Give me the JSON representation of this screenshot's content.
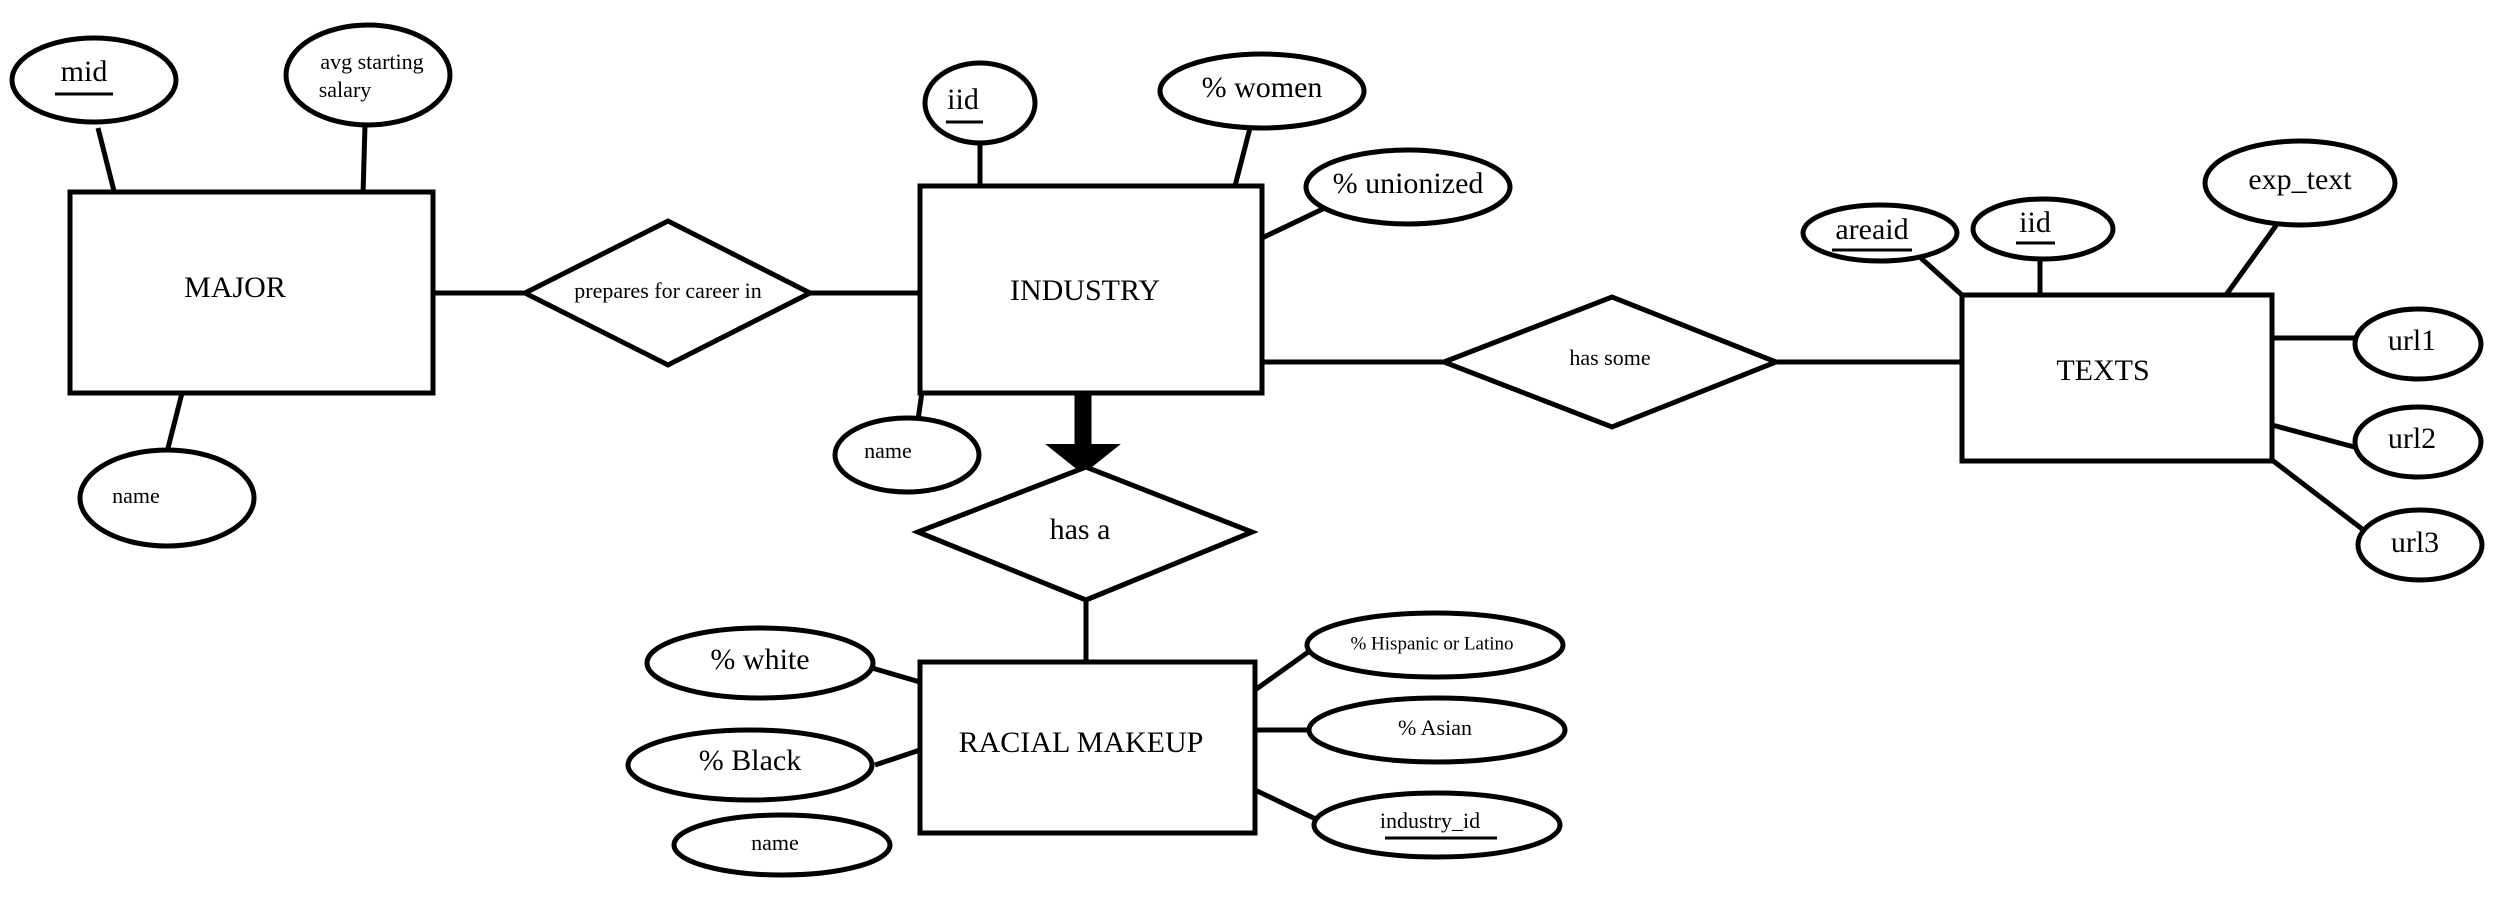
{
  "entities": {
    "major": "MAJOR",
    "industry": "INDUSTRY",
    "texts": "TEXTS",
    "racial_makeup": "RACIAL MAKEUP"
  },
  "relationships": {
    "prepares": "prepares for career in",
    "has_some": "has some",
    "has_a": "has a"
  },
  "attributes": {
    "major_mid": "mid",
    "major_salary_line1": "avg starting",
    "major_salary_line2": "salary",
    "major_name": "name",
    "industry_iid": "iid",
    "industry_women": "% women",
    "industry_unionized": "% unionized",
    "industry_name": "name",
    "texts_areaid": "areaid",
    "texts_iid": "iid",
    "texts_exp_text": "exp_text",
    "texts_url1": "url1",
    "texts_url2": "url2",
    "texts_url3": "url3",
    "racial_white": "% white",
    "racial_black": "% Black",
    "racial_name": "name",
    "racial_hispanic": "% Hispanic or Latino",
    "racial_asian": "% Asian",
    "racial_industry_id": "industry_id"
  }
}
